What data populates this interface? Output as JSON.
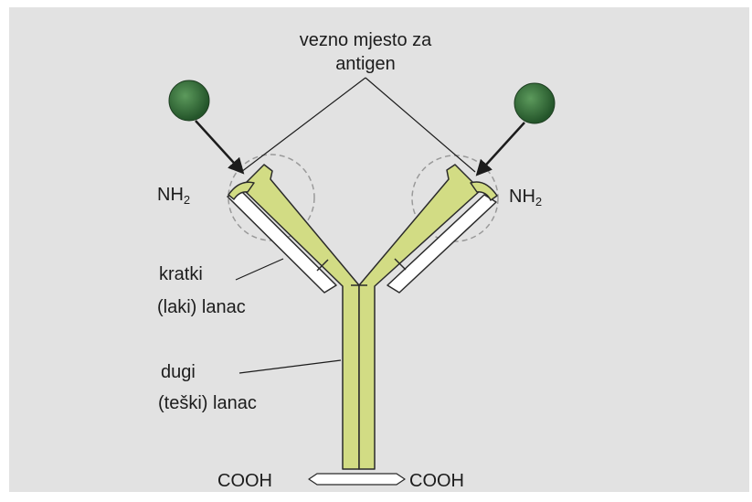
{
  "labels": {
    "binding_site_line1": "vezno mjesto za",
    "binding_site_line2": "antigen",
    "nh2_left_main": "NH",
    "nh2_left_sub": "2",
    "nh2_right_main": "NH",
    "nh2_right_sub": "2",
    "light_chain_line1": "kratki",
    "light_chain_line2": "(laki) lanac",
    "heavy_chain_line1": "dugi",
    "heavy_chain_line2": "(teški) lanac",
    "cooh_left": "COOH",
    "cooh_right": "COOH"
  },
  "colors": {
    "background": "#e2e2e2",
    "heavy_chain": "#d2dc84",
    "light_chain": "#ffffff",
    "outline": "#2b2b2b",
    "antigen": "#2e6b34",
    "dashed_circle": "#9a9a9a"
  }
}
